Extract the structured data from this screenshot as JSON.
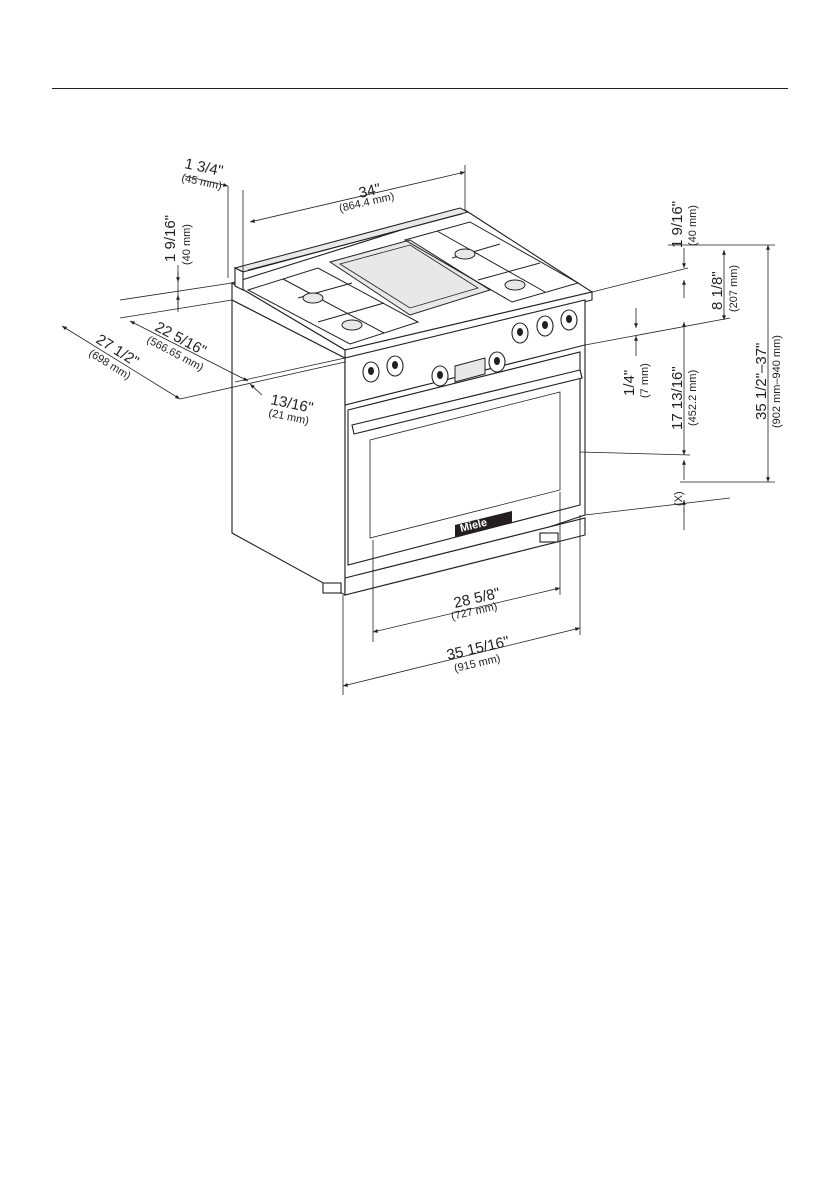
{
  "dimensions": {
    "backguard_depth": {
      "imperial": "1 3/4\"",
      "metric": "(45 mm)"
    },
    "width_top": {
      "imperial": "34\"",
      "metric": "(864.4 mm)"
    },
    "left_height": {
      "imperial": "1 9/16\"",
      "metric": "(40 mm)"
    },
    "right_height_top": {
      "imperial": "1 9/16\"",
      "metric": "(40 mm)"
    },
    "depth_22": {
      "imperial": "22 5/16\"",
      "metric": "(566.65 mm)"
    },
    "depth_27": {
      "imperial": "27 1/2\"",
      "metric": "(698 mm)"
    },
    "front_13_16": {
      "imperial": "13/16\"",
      "metric": "(21 mm)"
    },
    "height_8": {
      "imperial": "8 1/8\"",
      "metric": "(207 mm)"
    },
    "height_1_4": {
      "imperial": "1/4\"",
      "metric": "(7 mm)"
    },
    "height_17": {
      "imperial": "17 13/16\"",
      "metric": "(452.2 mm)"
    },
    "height_total": {
      "imperial": "35 1/2\"–37\"",
      "metric": "(902 mm–940 mm)"
    },
    "leg_x": {
      "imperial": "(X)"
    },
    "door_width": {
      "imperial": "28 5/8\"",
      "metric": "(727 mm)"
    },
    "total_width": {
      "imperial": "35 15/16\"",
      "metric": "(915 mm)"
    }
  },
  "logo_text": "Miele"
}
